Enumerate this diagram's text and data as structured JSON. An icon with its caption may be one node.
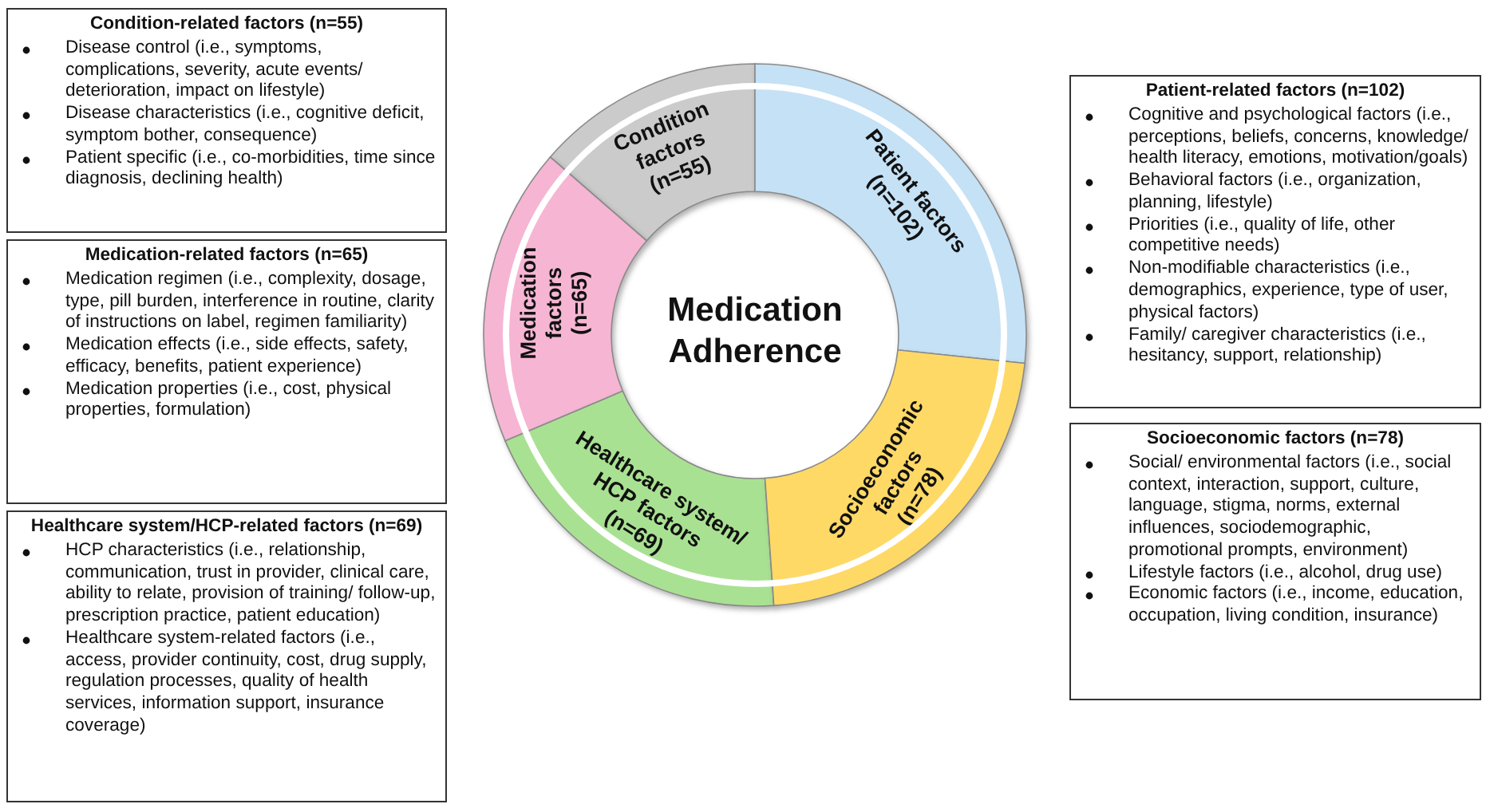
{
  "diagram": {
    "nodes": [
      {
        "text": [
          "Condition-related factors (n=55)",
          "Disease control (i.e., symptoms, complications, severity, acute events/ deterioration, impact on lifestyle)",
          "Disease characteristics (i.e., cognitive deficit, symptom bother, consequence)",
          "Patient specific (i.e., co-morbidities, time since diagnosis, declining health)"
        ]
      },
      {
        "text": [
          "Medication-related factors (n=65)",
          "Medication regimen (i.e., complexity, dosage, type, pill burden, interference in routine, clarity of instructions on label, regimen familiarity)",
          "Medication effects (i.e., side effects, safety, efficacy, benefits, patient experience)",
          "Medication properties (i.e., cost, physical properties, formulation)"
        ]
      },
      {
        "text": [
          "Healthcare system/HCP-related factors (n=69)",
          "HCP characteristics (i.e., relationship, communication, trust in provider, clinical care, ability to relate, provision of training/ follow-up, prescription practice, patient education)",
          "Healthcare system-related factors (i.e., access, provider continuity, cost, drug supply, regulation processes, quality of health services, information support, insurance coverage)"
        ]
      },
      {
        "text": [
          "Condition factors (n=55)"
        ]
      },
      {
        "text": [
          "Patient factors (n=102)"
        ]
      },
      {
        "text": [
          "Medication factors (n=65)"
        ]
      },
      {
        "text": [
          "Medication Adherence"
        ]
      },
      {
        "text": [
          "Healthcare system/ HCP factors (n=69)"
        ]
      },
      {
        "text": [
          "Socioeconomic factors (n=78)"
        ]
      },
      {
        "text": [
          "Patient-related factors (n=102)",
          "Cognitive and psychological factors (i.e., perceptions, beliefs, concerns, knowledge/ health literacy, emotions, motivation/goals)",
          "Behavioral factors (i.e., organization, planning, lifestyle)",
          "Priorities (i.e., quality of life, other competitive needs)",
          "Non-modifiable characteristics (i.e., demographics, experience, type of user, physical factors)",
          "Family/ caregiver characteristics (i.e., hesitancy, support, relationship)"
        ]
      },
      {
        "text": [
          "Socioeconomic factors (n=78)",
          "Social/ environmental factors (i.e., social context, interaction, support, culture, language, stigma, norms, external influences, sociodemographic, promotional prompts, environment)",
          "Lifestyle factors (i.e., alcohol, drug use)",
          "Economic factors (i.e., income, education, occupation, living condition, insurance)"
        ]
      }
    ],
    "edges": []
  }
}
